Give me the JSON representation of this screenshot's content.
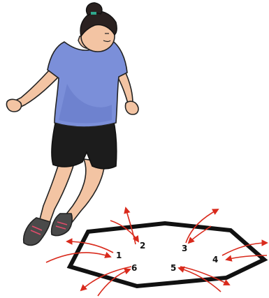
{
  "colors": {
    "shirt": "#7b8fd9",
    "shirt_shadow": "#5f73c4",
    "shorts": "#1c1c1c",
    "skin": "#f3c4a3",
    "hair": "#2a2120",
    "hair_tie": "#2fa88c",
    "shoe": "#4a4a4a",
    "shoe_lace": "#e04b6a",
    "hexagon": "#111111",
    "arrow": "#d92a1c"
  },
  "markers": [
    "1",
    "2",
    "3",
    "4",
    "5",
    "6"
  ]
}
